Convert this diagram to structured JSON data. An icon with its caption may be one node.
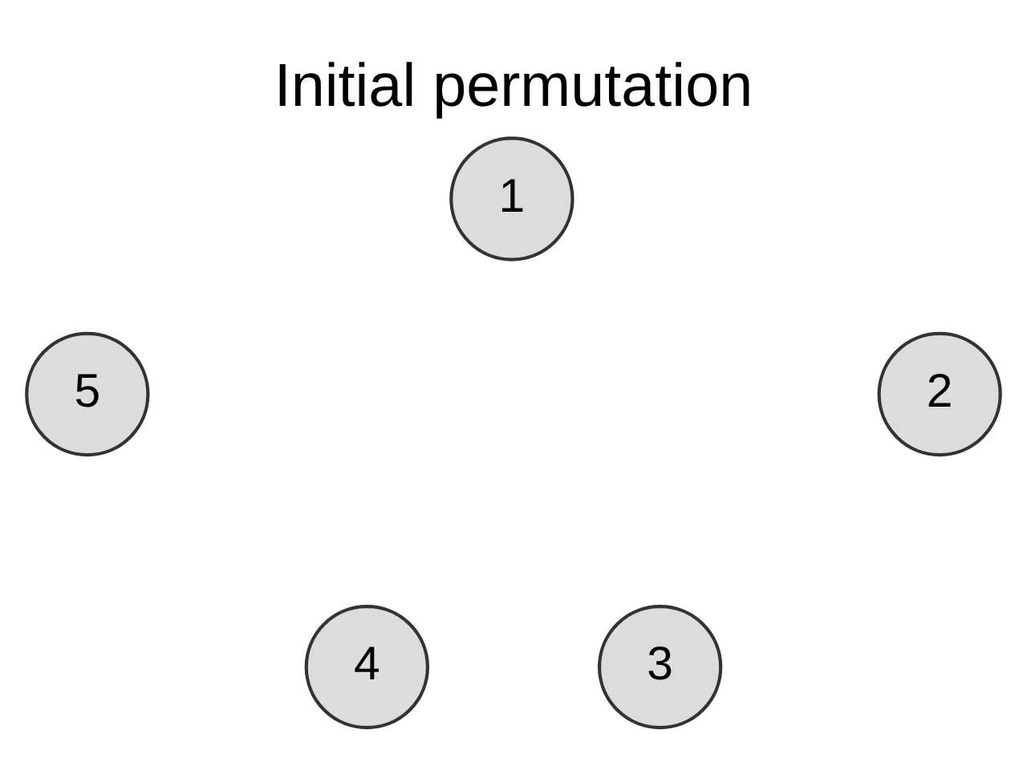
{
  "diagram": {
    "title": "Initial permutation",
    "nodes": [
      {
        "text": [
          "1"
        ]
      },
      {
        "text": [
          "2"
        ]
      },
      {
        "text": [
          "3"
        ]
      },
      {
        "text": [
          "4"
        ]
      },
      {
        "text": [
          "5"
        ]
      }
    ],
    "edges": []
  }
}
